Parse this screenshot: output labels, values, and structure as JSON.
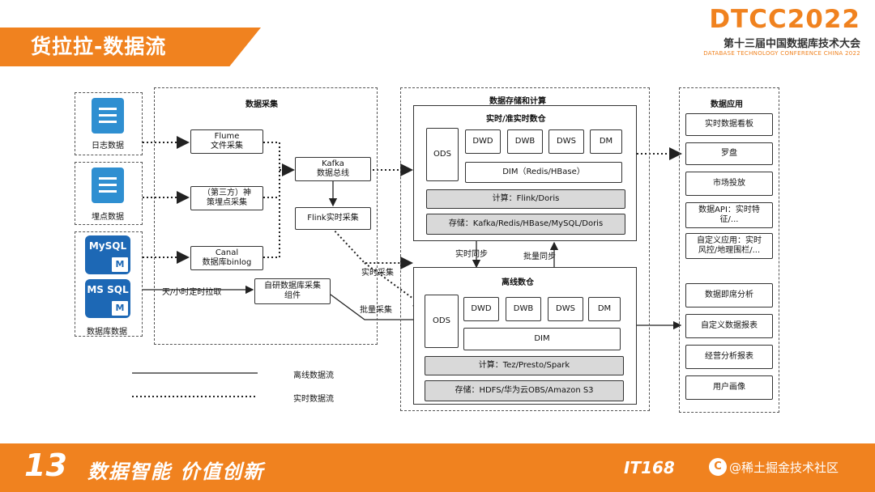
{
  "header": {
    "title": "货拉拉-数据流",
    "logo_main": "DTCC2022",
    "logo_sub": "第十三届中国数据库技术大会",
    "logo_en": "DATABASE TECHNOLOGY CONFERENCE CHINA 2022"
  },
  "sources": {
    "log_label": "日志数据",
    "tracking_label": "埋点数据",
    "mysql_label": "MySQL",
    "mssql_label": "MS SQL",
    "m_letter": "M",
    "db_label": "数据库数据"
  },
  "collection": {
    "title": "数据采集",
    "flume": "Flume\n文件采集",
    "tracking_collect": "（第三方）神\n策埋点采集",
    "canal": "Canal\n数据库binlog",
    "custom_collect": "自研数据库采集\n组件",
    "schedule_label": "天/小时定时拉取",
    "kafka": "Kafka\n数据总线",
    "flink_collect": "Flink实时采集"
  },
  "storage": {
    "title": "数据存储和计算",
    "realtime_title": "实时/准实时数仓",
    "offline_title": "离线数仓",
    "ods": "ODS",
    "dwd": "DWD",
    "dwb": "DWB",
    "dws": "DWS",
    "dm": "DM",
    "rt_dim": "DIM（Redis/HBase）",
    "rt_compute": "计算：Flink/Doris",
    "rt_store": "存储：Kafka/Redis/HBase/MySQL/Doris",
    "off_dim": "DIM",
    "off_compute": "计算：Tez/Presto/Spark",
    "off_store": "存储：HDFS/华为云OBS/Amazon S3",
    "rt_sync": "实时同步",
    "batch_sync": "批量同步",
    "rt_collect": "实时采集",
    "batch_collect": "批量采集"
  },
  "apps": {
    "title": "数据应用",
    "items": [
      "实时数据看板",
      "罗盘",
      "市场投放",
      "数据API：实时特\n征/...",
      "自定义应用：实时\n风控/地理围栏/...",
      "数据即席分析",
      "自定义数据报表",
      "经营分析报表",
      "用户画像"
    ]
  },
  "legend": {
    "offline": "离线数据流",
    "realtime": "实时数据流"
  },
  "footer": {
    "number": "13",
    "slogan": "数据智能  价值创新",
    "it_logo": "IT168",
    "c_mark": "C",
    "watermark": "@稀土掘金技术社区"
  },
  "colors": {
    "accent": "#f0821f",
    "icon_blue": "#2f8fd1",
    "db_blue": "#1d68b5"
  }
}
